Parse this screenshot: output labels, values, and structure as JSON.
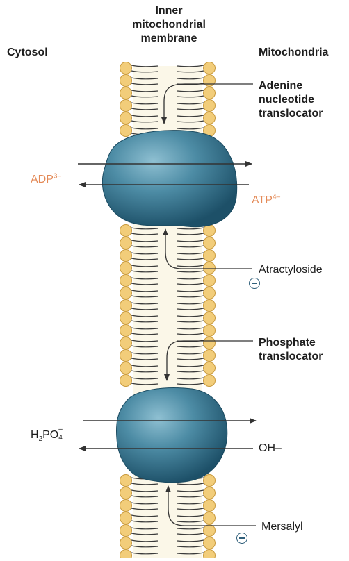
{
  "labels": {
    "cytosol": "Cytosol",
    "membrane": "Inner\nmitochondrial\nmembrane",
    "mitochondria": "Mitochondria",
    "ant": "Adenine\nnucleotide\ntranslocator",
    "adp": "ADP",
    "adp_charge": "3–",
    "atp": "ATP",
    "atp_charge": "4–",
    "atractyloside": "Atractyloside",
    "phosphate": "Phosphate\ntranslocator",
    "h": "H",
    "h_sub": "2",
    "po": "PO",
    "po_sub": "4",
    "po_sup": "–",
    "oh": "OH–",
    "mersalyl": "Mersalyl"
  },
  "colors": {
    "head_fill": "#f2cd7a",
    "head_stroke": "#c99a3c",
    "tail": "#3a3a3a",
    "protein_light": "#7fb3c7",
    "protein_dark": "#235a72",
    "arrow": "#333333",
    "orange_text": "#e48a57",
    "inhibitor": "#2f5f7a"
  },
  "icons": {
    "inhibitor": "minus-circle-icon",
    "arrow": "arrow-icon"
  }
}
